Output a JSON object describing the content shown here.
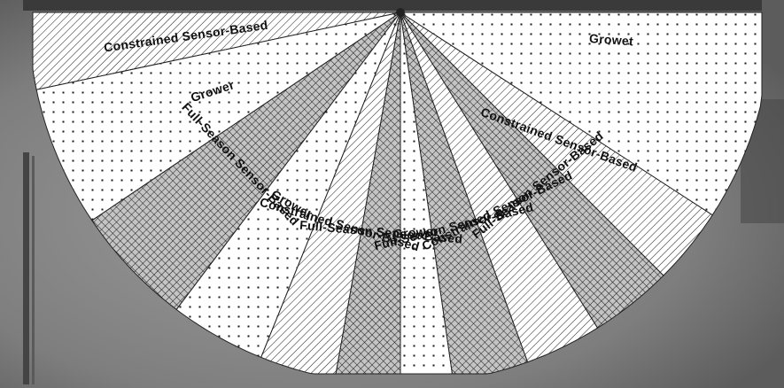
{
  "figure": {
    "kind": "field plot map",
    "colors": {
      "background": "#8a8a8a",
      "pattern_ink": "#1a1a1a",
      "sector_fill": "#ffffff",
      "outline": "#222222"
    },
    "pattern_legend_by_treatment": {
      "Grower": "dots",
      "Constrained Sensor-Based": "diagonal-hatch",
      "Full-Season Sensor-Based": "cross-hatch"
    },
    "sectors": [
      {
        "label": "Constrained Sensor-Based",
        "pattern": "hatch"
      },
      {
        "label": "Grower",
        "pattern": "dots"
      },
      {
        "label": "Full-Season Sensor-Based",
        "pattern": "cross"
      },
      {
        "label": "Grower",
        "pattern": "dots"
      },
      {
        "label": "Constrained Sensor-Based",
        "pattern": "hatch"
      },
      {
        "label": "Full-Season Sensor-Based",
        "pattern": "cross"
      },
      {
        "label": "Grower",
        "pattern": "dots"
      },
      {
        "label": "Full-Season Sensor-Based",
        "pattern": "cross"
      },
      {
        "label": "Constrained Sensor-Based",
        "pattern": "hatch"
      },
      {
        "label": "Full-Season Sensor-Based",
        "pattern": "cross"
      },
      {
        "label": "Constrained Sensor-Based",
        "pattern": "hatch"
      },
      {
        "label": "Growet",
        "pattern": "dots"
      }
    ]
  }
}
